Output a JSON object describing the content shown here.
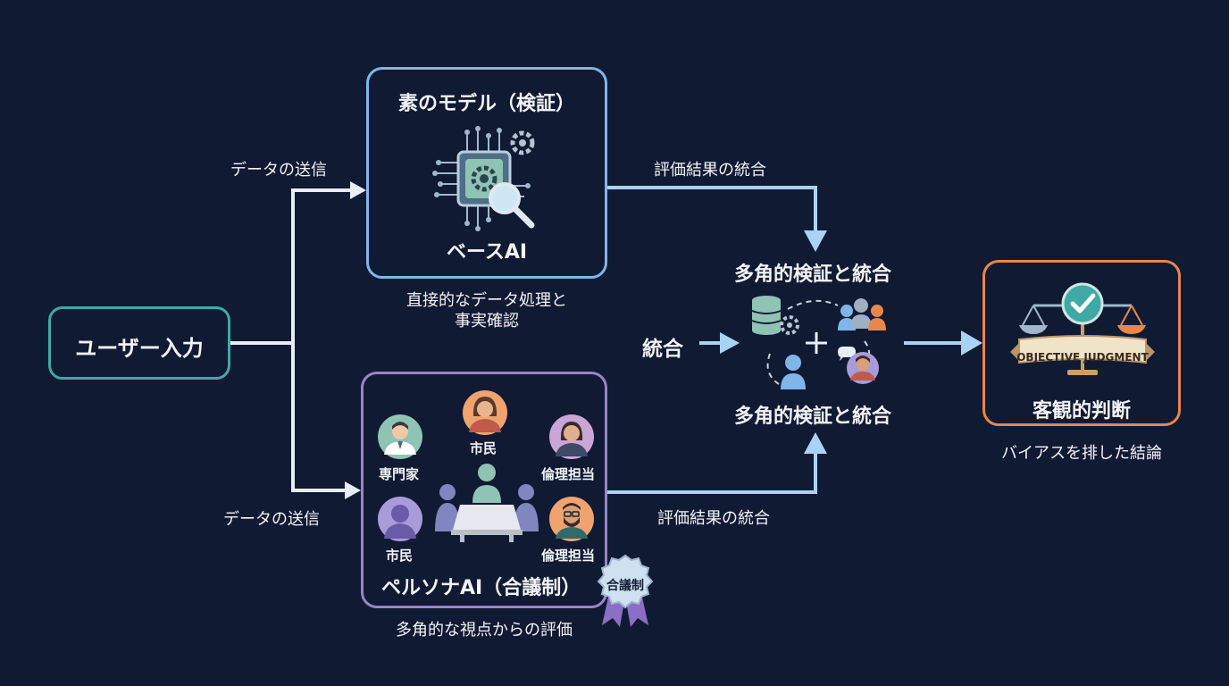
{
  "input_node": {
    "label": "ユーザー入力"
  },
  "base_model": {
    "title": "素のモデル（検証）",
    "name": "ベースAI",
    "caption_line1": "直接的なデータ処理と",
    "caption_line2": "事実確認",
    "icon": "chip-gear-magnifier-icon"
  },
  "persona_model": {
    "name": "ペルソナAI（合議制）",
    "caption": "多角的な視点からの評価",
    "badge": "合議制",
    "personas": [
      {
        "label": "専門家",
        "icon": "doctor-avatar-icon"
      },
      {
        "label": "市民",
        "icon": "woman-avatar-icon"
      },
      {
        "label": "倫理担当",
        "icon": "woman-avatar-icon"
      },
      {
        "label": "市民",
        "icon": "person-avatar-icon"
      },
      {
        "label": "倫理担当",
        "icon": "bearded-man-avatar-icon"
      }
    ],
    "table_icon": "meeting-table-icon"
  },
  "edges": {
    "send_top": "データの送信",
    "send_bottom": "データの送信",
    "merge_top": "評価結果の統合",
    "merge_bottom": "評価結果の統合",
    "integrate": "統合"
  },
  "integration": {
    "title_top": "多角的検証と統合",
    "title_bottom": "多角的検証と統合",
    "icon": "database-people-integration-icon"
  },
  "output_node": {
    "name": "客観的判断",
    "banner": "OBJECTIVE JUDGMENT",
    "caption": "バイアスを排した結論",
    "icon": "scales-check-icon"
  },
  "colors": {
    "background": "#111a33",
    "teal": "#3fa9a6",
    "blue": "#7fb6ea",
    "purple": "#9b83c9",
    "orange": "#e8874a",
    "arrow": "#a9d3f5"
  }
}
